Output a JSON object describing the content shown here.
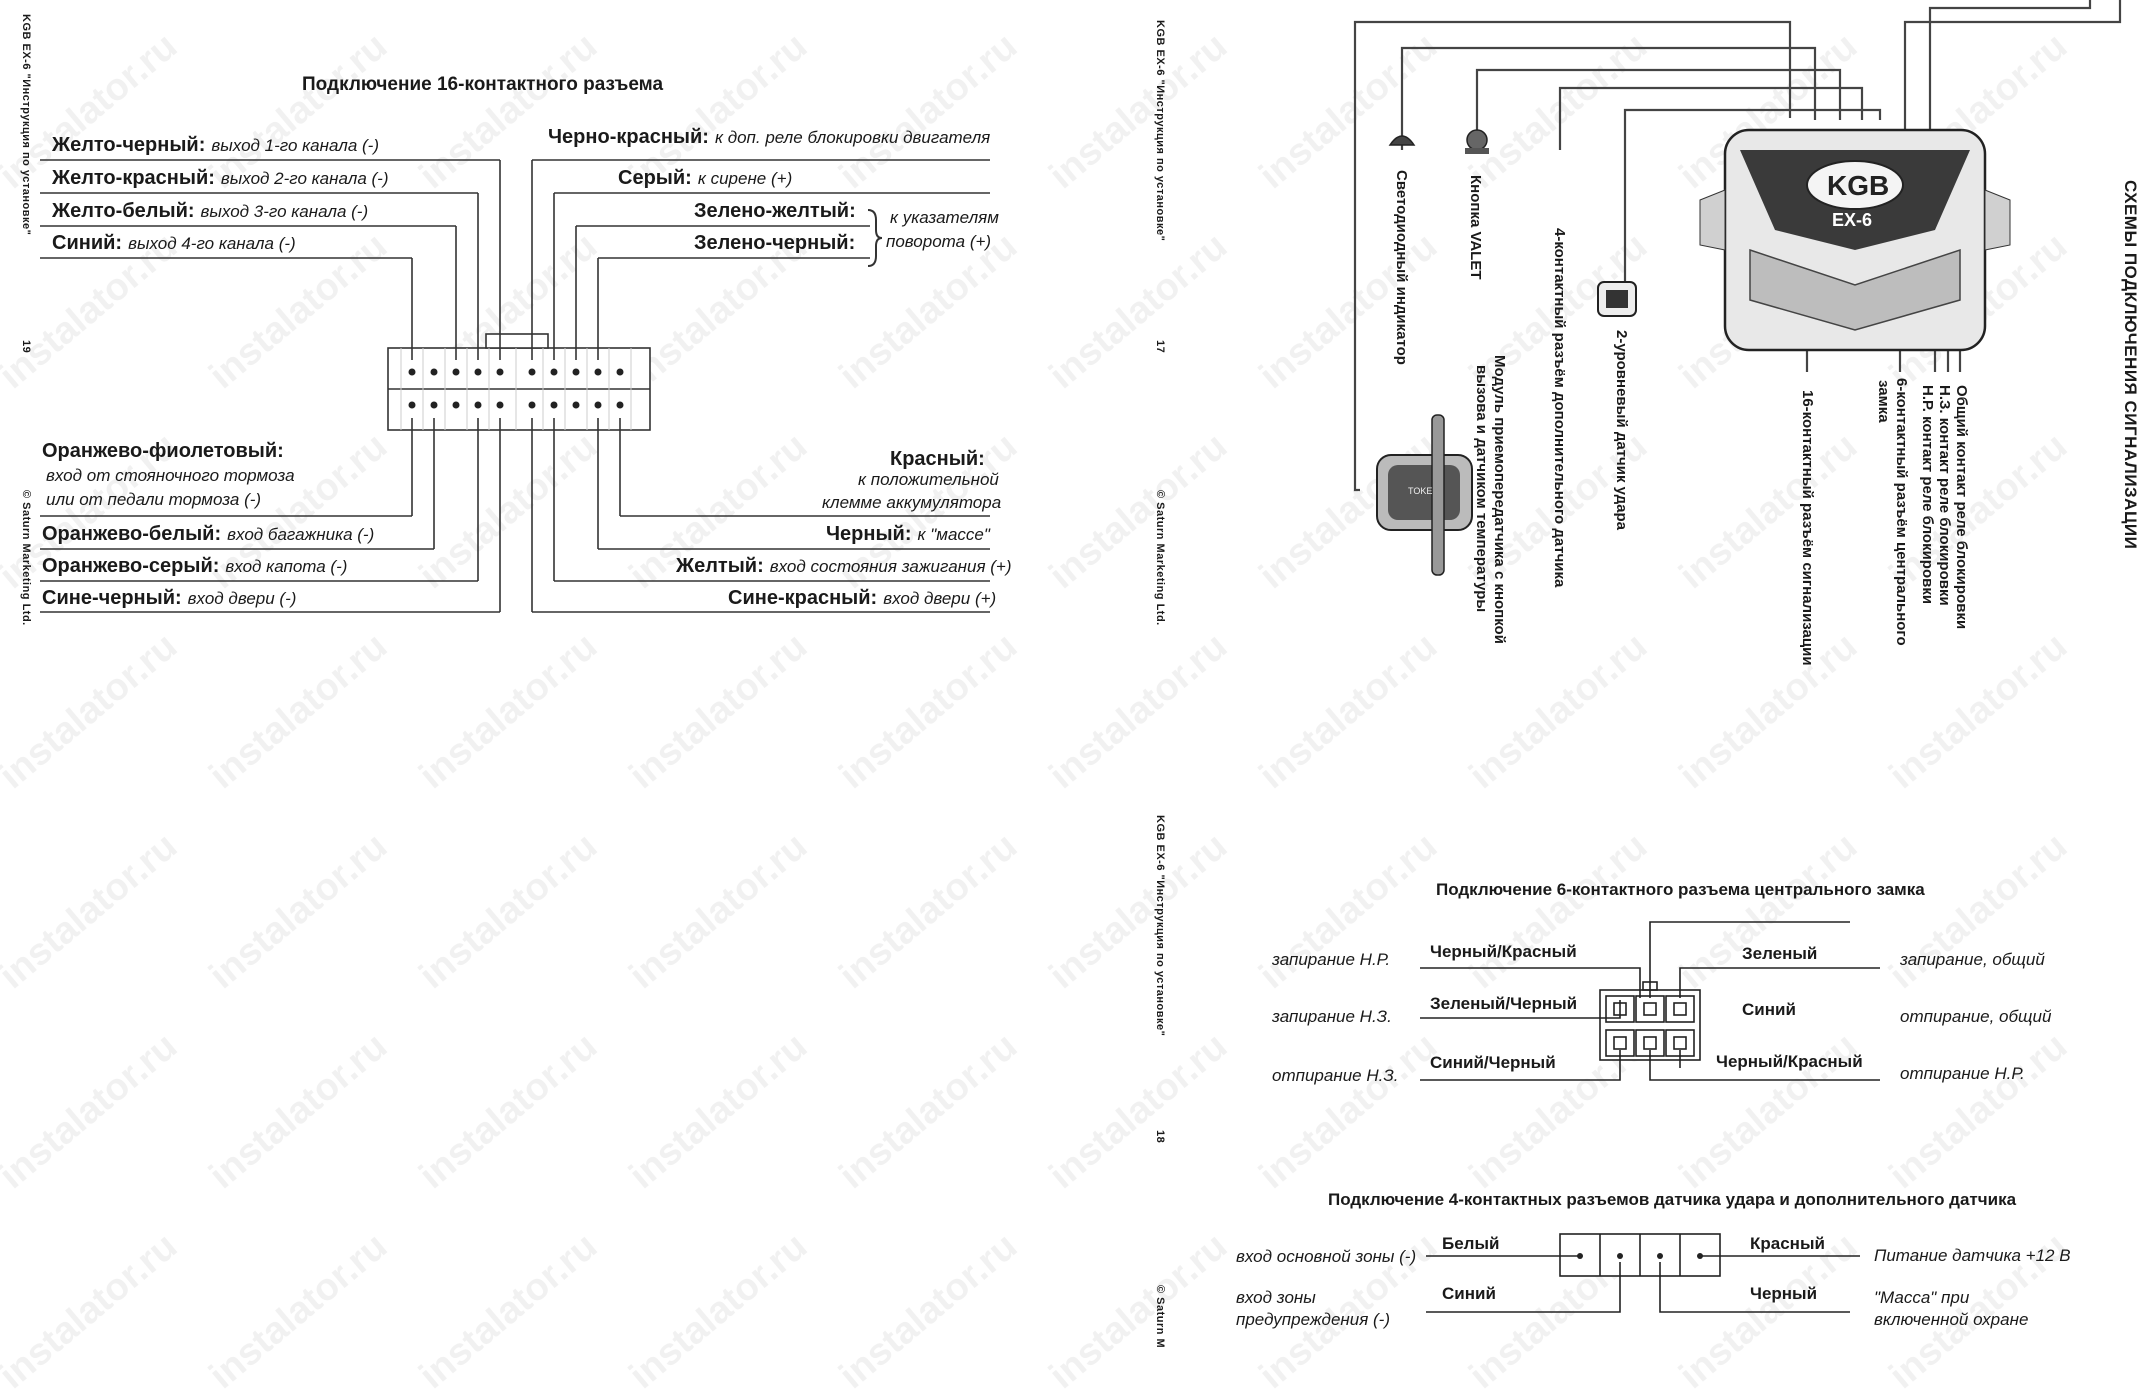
{
  "left_page": {
    "side_header": "KGB EX-6 \"Инструкция по установке\"",
    "page_number": "19",
    "side_footer": "© Saturn Marketing Ltd.",
    "title": "Подключение 16-контактного разъема",
    "left_top": [
      {
        "name": "Желто-черный:",
        "desc": "выход 1-го канала (-)"
      },
      {
        "name": "Желто-красный:",
        "desc": "выход 2-го канала (-)"
      },
      {
        "name": "Желто-белый:",
        "desc": "выход 3-го канала (-)"
      },
      {
        "name": "Синий:",
        "desc": "выход 4-го канала (-)"
      }
    ],
    "right_top": [
      {
        "name": "Черно-красный:",
        "desc": "к доп. реле блокировки двигателя"
      },
      {
        "name": "Серый:",
        "desc": "к сирене (+)"
      },
      {
        "name": "Зелено-желтый:",
        "desc": ""
      },
      {
        "name": "Зелено-черный:",
        "desc": ""
      }
    ],
    "turn_signal_note": [
      "к указателям",
      "поворота (+)"
    ],
    "left_bottom": {
      "first_name": "Оранжево-фиолетовый:",
      "first_desc": [
        "вход от стояночного тормоза",
        "или от педали тормоза (-)"
      ],
      "items": [
        {
          "name": "Оранжево-белый:",
          "desc": "вход багажника (-)"
        },
        {
          "name": "Оранжево-серый:",
          "desc": "вход капота (-)"
        },
        {
          "name": "Сине-черный:",
          "desc": "вход двери (-)"
        }
      ]
    },
    "right_bottom": {
      "first_name": "Красный:",
      "first_desc": [
        "к положительной",
        "клемме аккумулятора"
      ],
      "items": [
        {
          "name": "Черный:",
          "desc": "к \"массе\""
        },
        {
          "name": "Желтый:",
          "desc": "вход состояния зажигания (+)"
        },
        {
          "name": "Сине-красный:",
          "desc": "вход двери (+)"
        }
      ]
    }
  },
  "right_page": {
    "side_header_top": "KGB EX-6 \"Инструкция по установке\"",
    "page_number_top": "17",
    "side_footer_top": "© Saturn Marketing Ltd.",
    "side_header_bottom": "KGB EX-6 \"Инструкция по установке\"",
    "page_number_bottom": "18",
    "side_footer_bottom": "© Saturn M",
    "section_title": "СХЕМЫ ПОДКЛЮЧЕНИЯ СИГНАЛИЗАЦИИ",
    "unit_logo": "KGB",
    "unit_model": "EX-6",
    "module_button": "TOKE",
    "components": [
      "Светодиодный индикатор",
      "Кнопка VALET",
      "4-контактный разъём дополнительного датчика",
      "2-уровневый датчик удара",
      "Модуль приемопередатчика с кнопкой",
      "вызова и датчиком температуры",
      "16-контактный разъём сигнализации",
      "6-контактный разъём центрального",
      "замка",
      "Общий контакт реле блокировки",
      "Н.З. контакт реле блокировки",
      "Н.Р. контакт реле блокировки"
    ],
    "six_pin": {
      "title": "Подключение 6-контактного разъема центрального замка",
      "left_desc": [
        "запирание Н.Р.",
        "запирание Н.З.",
        "отпирание Н.З."
      ],
      "left_wire": [
        "Черный/Красный",
        "Зеленый/Черный",
        "Синий/Черный"
      ],
      "right_wire": [
        "Зеленый",
        "Синий",
        "Черный/Красный"
      ],
      "right_desc": [
        "запирание, общий",
        "отпирание, общий",
        "отпирание Н.Р."
      ]
    },
    "four_pin": {
      "title": "Подключение 4-контактных разъемов датчика удара и дополнительного датчика",
      "left_desc_1": "вход основной зоны (-)",
      "left_desc_2": [
        "вход зоны",
        "предупреждения (-)"
      ],
      "left_wire": [
        "Белый",
        "Синий"
      ],
      "right_wire": [
        "Красный",
        "Черный"
      ],
      "right_desc_1": "Питание датчика +12 В",
      "right_desc_2": [
        "\"Масса\" при",
        "включенной охране"
      ]
    }
  },
  "watermark": "instalator.ru"
}
